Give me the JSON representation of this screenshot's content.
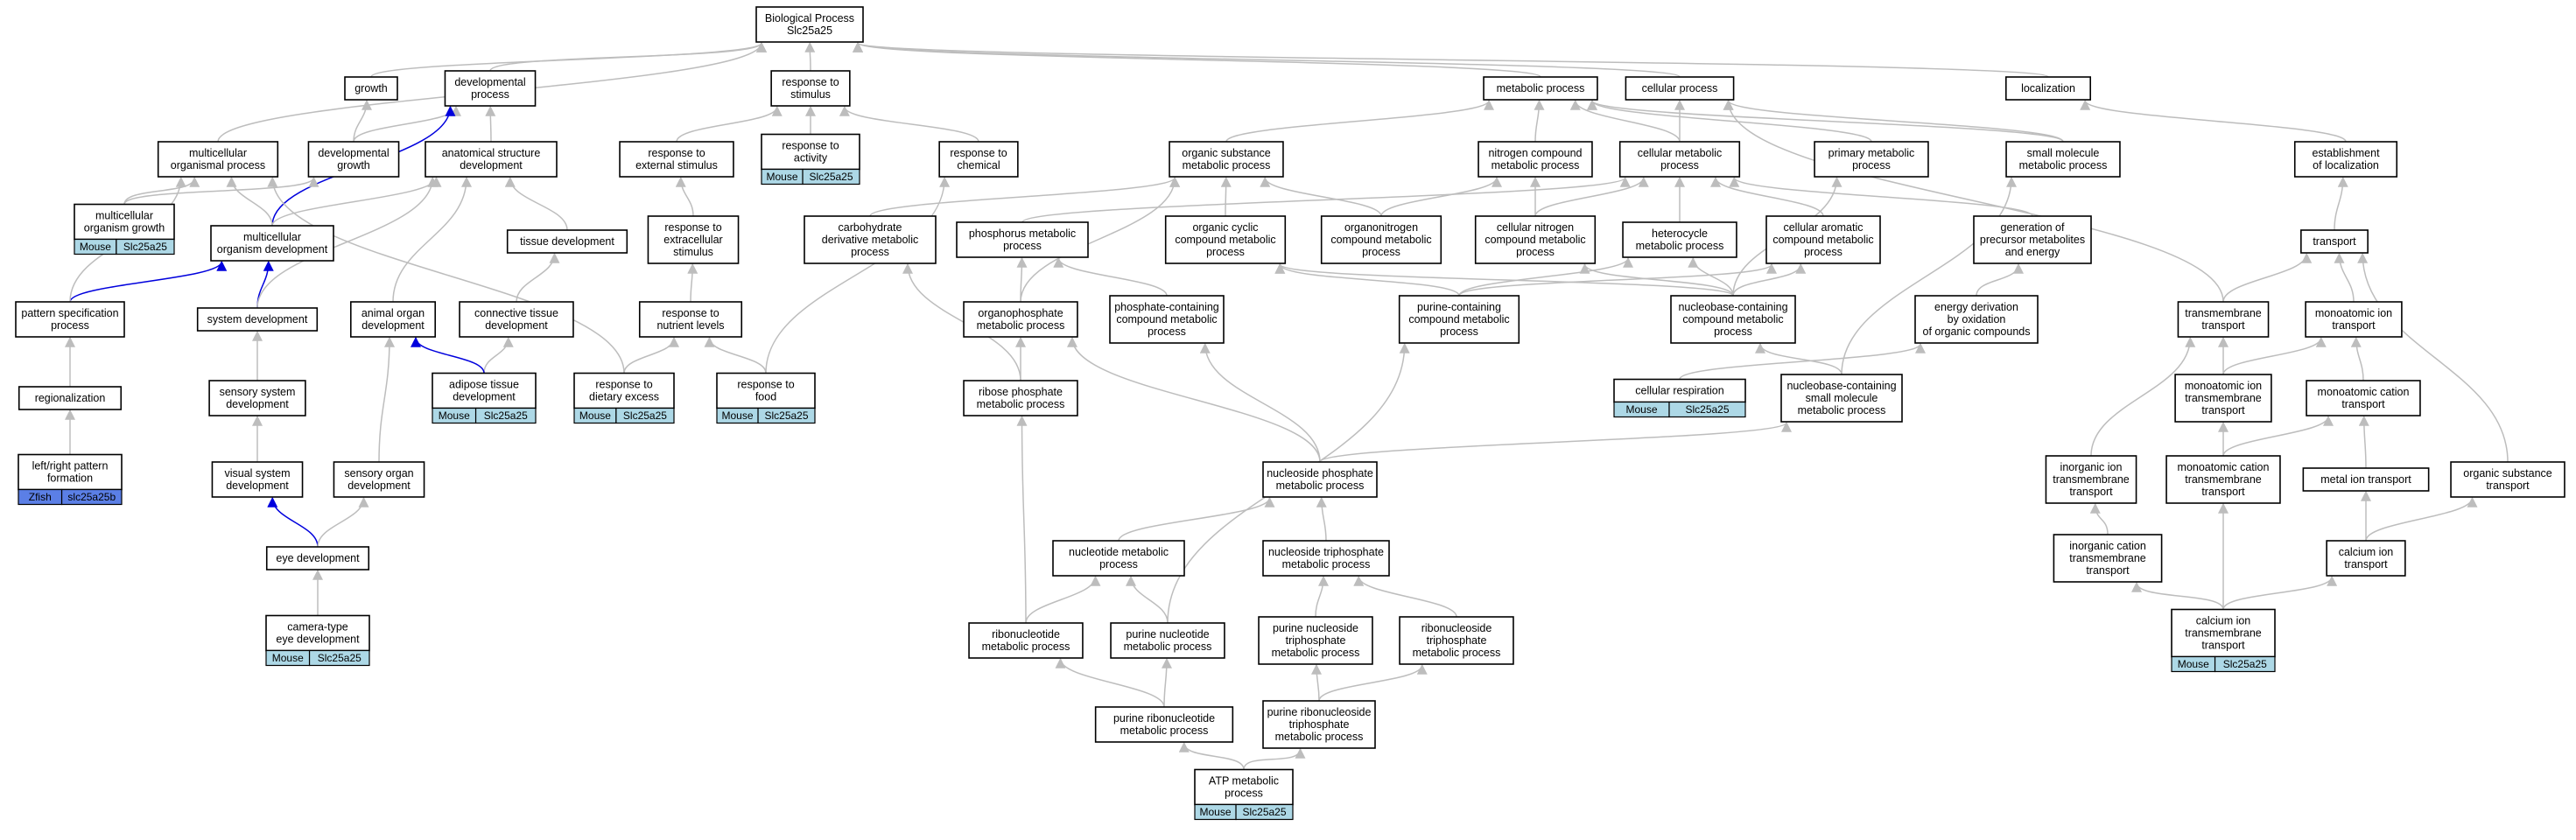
{
  "colors": {
    "edge_default": "#bdbdbd",
    "edge_highlight": "#0000dd",
    "mouse_tag": "#add8e6",
    "zfish_tag": "#5b7fe6"
  },
  "nodes": [
    {
      "id": "bp",
      "lines": [
        "Biological Process",
        "Slc25a25"
      ]
    },
    {
      "id": "growth",
      "lines": [
        "growth"
      ]
    },
    {
      "id": "devproc",
      "lines": [
        "developmental",
        "process"
      ]
    },
    {
      "id": "resp_stim",
      "lines": [
        "response to",
        "stimulus"
      ]
    },
    {
      "id": "metab",
      "lines": [
        "metabolic process"
      ]
    },
    {
      "id": "cellproc",
      "lines": [
        "cellular process"
      ]
    },
    {
      "id": "local",
      "lines": [
        "localization"
      ]
    },
    {
      "id": "multi_org",
      "lines": [
        "multicellular",
        "organismal process"
      ]
    },
    {
      "id": "devgrowth",
      "lines": [
        "developmental",
        "growth"
      ]
    },
    {
      "id": "anat",
      "lines": [
        "anatomical structure",
        "development"
      ]
    },
    {
      "id": "resp_ext",
      "lines": [
        "response to",
        "external stimulus"
      ]
    },
    {
      "id": "resp_act",
      "lines": [
        "response to",
        "activity"
      ],
      "tag": {
        "species": "Mouse",
        "gene": "Slc25a25"
      }
    },
    {
      "id": "resp_chem",
      "lines": [
        "response to",
        "chemical"
      ]
    },
    {
      "id": "org_sub_met",
      "lines": [
        "organic substance",
        "metabolic process"
      ]
    },
    {
      "id": "nitro_met",
      "lines": [
        "nitrogen compound",
        "metabolic process"
      ]
    },
    {
      "id": "cell_met",
      "lines": [
        "cellular metabolic",
        "process"
      ]
    },
    {
      "id": "prim_met",
      "lines": [
        "primary metabolic",
        "process"
      ]
    },
    {
      "id": "small_mol",
      "lines": [
        "small molecule",
        "metabolic process"
      ]
    },
    {
      "id": "estab_loc",
      "lines": [
        "establishment",
        "of localization"
      ]
    },
    {
      "id": "multi_growth",
      "lines": [
        "multicellular",
        "organism growth"
      ],
      "tag": {
        "species": "Mouse",
        "gene": "Slc25a25"
      }
    },
    {
      "id": "multi_dev",
      "lines": [
        "multicellular",
        "organism development"
      ]
    },
    {
      "id": "tissue_dev",
      "lines": [
        "tissue development"
      ]
    },
    {
      "id": "resp_extra",
      "lines": [
        "response to",
        "extracellular",
        "stimulus"
      ]
    },
    {
      "id": "carb_deriv",
      "lines": [
        "carbohydrate",
        "derivative metabolic",
        "process"
      ]
    },
    {
      "id": "phos_met",
      "lines": [
        "phosphorus metabolic",
        "process"
      ]
    },
    {
      "id": "org_cyc",
      "lines": [
        "organic cyclic",
        "compound metabolic",
        "process"
      ]
    },
    {
      "id": "organonitro",
      "lines": [
        "organonitrogen",
        "compound metabolic",
        "process"
      ]
    },
    {
      "id": "cell_nitro",
      "lines": [
        "cellular nitrogen",
        "compound metabolic",
        "process"
      ]
    },
    {
      "id": "heterocycle",
      "lines": [
        "heterocycle",
        "metabolic process"
      ]
    },
    {
      "id": "cell_arom",
      "lines": [
        "cellular aromatic",
        "compound metabolic",
        "process"
      ]
    },
    {
      "id": "gen_precursor",
      "lines": [
        "generation of",
        "precursor metabolites",
        "and energy"
      ]
    },
    {
      "id": "transport",
      "lines": [
        "transport"
      ]
    },
    {
      "id": "pattern_spec",
      "lines": [
        "pattern specification",
        "process"
      ]
    },
    {
      "id": "system_dev",
      "lines": [
        "system development"
      ]
    },
    {
      "id": "animal_organ",
      "lines": [
        "animal organ",
        "development"
      ]
    },
    {
      "id": "connective",
      "lines": [
        "connective tissue",
        "development"
      ]
    },
    {
      "id": "resp_nutr",
      "lines": [
        "response to",
        "nutrient levels"
      ]
    },
    {
      "id": "organophos",
      "lines": [
        "organophosphate",
        "metabolic process"
      ]
    },
    {
      "id": "phos_cont",
      "lines": [
        "phosphate-containing",
        "compound metabolic",
        "process"
      ]
    },
    {
      "id": "purine_cont",
      "lines": [
        "purine-containing",
        "compound metabolic",
        "process"
      ]
    },
    {
      "id": "nucleobase_cont",
      "lines": [
        "nucleobase-containing",
        "compound metabolic",
        "process"
      ]
    },
    {
      "id": "energy_deriv",
      "lines": [
        "energy derivation",
        "by oxidation",
        "of organic compounds"
      ]
    },
    {
      "id": "transmembrane",
      "lines": [
        "transmembrane",
        "transport"
      ]
    },
    {
      "id": "monoatomic_ion",
      "lines": [
        "monoatomic ion",
        "transport"
      ]
    },
    {
      "id": "regional",
      "lines": [
        "regionalization"
      ]
    },
    {
      "id": "sensory_sys",
      "lines": [
        "sensory system",
        "development"
      ]
    },
    {
      "id": "adipose",
      "lines": [
        "adipose tissue",
        "development"
      ],
      "tag": {
        "species": "Mouse",
        "gene": "Slc25a25"
      }
    },
    {
      "id": "resp_diet",
      "lines": [
        "response to",
        "dietary excess"
      ],
      "tag": {
        "species": "Mouse",
        "gene": "Slc25a25"
      }
    },
    {
      "id": "resp_food",
      "lines": [
        "response to",
        "food"
      ],
      "tag": {
        "species": "Mouse",
        "gene": "Slc25a25"
      }
    },
    {
      "id": "ribose_phos",
      "lines": [
        "ribose phosphate",
        "metabolic process"
      ]
    },
    {
      "id": "cell_resp",
      "lines": [
        "cellular respiration"
      ],
      "tag": {
        "species": "Mouse",
        "gene": "Slc25a25"
      }
    },
    {
      "id": "nucleobase_small",
      "lines": [
        "nucleobase-containing",
        "small molecule",
        "metabolic process"
      ]
    },
    {
      "id": "mono_ion_tm",
      "lines": [
        "monoatomic ion",
        "transmembrane",
        "transport"
      ]
    },
    {
      "id": "mono_cation",
      "lines": [
        "monoatomic cation",
        "transport"
      ]
    },
    {
      "id": "left_right",
      "lines": [
        "left/right pattern",
        "formation"
      ],
      "tag": {
        "species": "Zfish",
        "gene": "slc25a25b"
      }
    },
    {
      "id": "visual_sys",
      "lines": [
        "visual system",
        "development"
      ]
    },
    {
      "id": "sensory_organ",
      "lines": [
        "sensory organ",
        "development"
      ]
    },
    {
      "id": "nucl_phos",
      "lines": [
        "nucleoside phosphate",
        "metabolic process"
      ]
    },
    {
      "id": "inorg_ion",
      "lines": [
        "inorganic ion",
        "transmembrane",
        "transport"
      ]
    },
    {
      "id": "mono_cat_tm",
      "lines": [
        "monoatomic cation",
        "transmembrane",
        "transport"
      ]
    },
    {
      "id": "metal_ion",
      "lines": [
        "metal ion transport"
      ]
    },
    {
      "id": "org_sub_trans",
      "lines": [
        "organic substance",
        "transport"
      ]
    },
    {
      "id": "eye_dev",
      "lines": [
        "eye development"
      ]
    },
    {
      "id": "nucleotide_met",
      "lines": [
        "nucleotide metabolic",
        "process"
      ]
    },
    {
      "id": "nucl_triphos",
      "lines": [
        "nucleoside triphosphate",
        "metabolic process"
      ]
    },
    {
      "id": "inorg_cation",
      "lines": [
        "inorganic cation",
        "transmembrane",
        "transport"
      ]
    },
    {
      "id": "calcium_ion",
      "lines": [
        "calcium ion",
        "transport"
      ]
    },
    {
      "id": "camera_eye",
      "lines": [
        "camera-type",
        "eye development"
      ],
      "tag": {
        "species": "Mouse",
        "gene": "Slc25a25"
      }
    },
    {
      "id": "ribonucleotide",
      "lines": [
        "ribonucleotide",
        "metabolic process"
      ]
    },
    {
      "id": "purine_nucleotide",
      "lines": [
        "purine nucleotide",
        "metabolic process"
      ]
    },
    {
      "id": "purine_nucl_triphos",
      "lines": [
        "purine nucleoside",
        "triphosphate",
        "metabolic process"
      ]
    },
    {
      "id": "ribonucl_triphos",
      "lines": [
        "ribonucleoside",
        "triphosphate",
        "metabolic process"
      ]
    },
    {
      "id": "calcium_tm",
      "lines": [
        "calcium ion",
        "transmembrane",
        "transport"
      ],
      "tag": {
        "species": "Mouse",
        "gene": "Slc25a25"
      }
    },
    {
      "id": "purine_ribonucleotide",
      "lines": [
        "purine ribonucleotide",
        "metabolic process"
      ]
    },
    {
      "id": "purine_ribonucl_triphos",
      "lines": [
        "purine ribonucleoside",
        "triphosphate",
        "metabolic process"
      ]
    },
    {
      "id": "atp",
      "lines": [
        "ATP metabolic",
        "process"
      ],
      "tag": {
        "species": "Mouse",
        "gene": "Slc25a25"
      }
    }
  ],
  "edges": [
    [
      "growth",
      "bp"
    ],
    [
      "devproc",
      "bp"
    ],
    [
      "resp_stim",
      "bp"
    ],
    [
      "metab",
      "bp"
    ],
    [
      "cellproc",
      "bp"
    ],
    [
      "local",
      "bp"
    ],
    [
      "multi_org",
      "bp"
    ],
    [
      "devgrowth",
      "growth"
    ],
    [
      "devgrowth",
      "devproc"
    ],
    [
      "anat",
      "devproc"
    ],
    [
      "multi_dev",
      "devproc",
      1
    ],
    [
      "multi_growth",
      "multi_org"
    ],
    [
      "multi_growth",
      "devgrowth"
    ],
    [
      "multi_dev",
      "multi_org"
    ],
    [
      "multi_dev",
      "anat"
    ],
    [
      "pattern_spec",
      "multi_dev",
      1
    ],
    [
      "pattern_spec",
      "multi_org"
    ],
    [
      "resp_ext",
      "resp_stim"
    ],
    [
      "resp_act",
      "resp_stim"
    ],
    [
      "resp_chem",
      "resp_stim"
    ],
    [
      "org_sub_met",
      "metab"
    ],
    [
      "nitro_met",
      "metab"
    ],
    [
      "cell_met",
      "metab"
    ],
    [
      "cell_met",
      "cellproc"
    ],
    [
      "prim_met",
      "metab"
    ],
    [
      "small_mol",
      "metab"
    ],
    [
      "small_mol",
      "cellproc"
    ],
    [
      "transmembrane",
      "cellproc"
    ],
    [
      "estab_loc",
      "local"
    ],
    [
      "transport",
      "estab_loc"
    ],
    [
      "tissue_dev",
      "anat"
    ],
    [
      "system_dev",
      "multi_dev",
      1
    ],
    [
      "system_dev",
      "anat"
    ],
    [
      "animal_organ",
      "anat"
    ],
    [
      "connective",
      "tissue_dev"
    ],
    [
      "adipose",
      "connective"
    ],
    [
      "adipose",
      "animal_organ",
      1
    ],
    [
      "resp_extra",
      "resp_ext"
    ],
    [
      "resp_nutr",
      "resp_extra"
    ],
    [
      "resp_diet",
      "resp_nutr"
    ],
    [
      "resp_diet",
      "multi_org"
    ],
    [
      "resp_food",
      "resp_nutr"
    ],
    [
      "resp_food",
      "resp_chem"
    ],
    [
      "carb_deriv",
      "org_sub_met"
    ],
    [
      "phos_met",
      "cell_met"
    ],
    [
      "org_cyc",
      "org_sub_met"
    ],
    [
      "organonitro",
      "org_sub_met"
    ],
    [
      "organonitro",
      "nitro_met"
    ],
    [
      "cell_nitro",
      "nitro_met"
    ],
    [
      "cell_nitro",
      "cell_met"
    ],
    [
      "heterocycle",
      "cell_met"
    ],
    [
      "cell_arom",
      "cell_met"
    ],
    [
      "gen_precursor",
      "cell_met"
    ],
    [
      "nucleobase_cont",
      "prim_met"
    ],
    [
      "nucleobase_small",
      "small_mol"
    ],
    [
      "organophos",
      "phos_met"
    ],
    [
      "organophos",
      "org_sub_met"
    ],
    [
      "phos_cont",
      "phos_met"
    ],
    [
      "purine_cont",
      "heterocycle"
    ],
    [
      "purine_cont",
      "org_cyc"
    ],
    [
      "purine_cont",
      "cell_arom"
    ],
    [
      "nucleobase_cont",
      "cell_nitro"
    ],
    [
      "nucleobase_cont",
      "heterocycle"
    ],
    [
      "nucleobase_cont",
      "org_cyc"
    ],
    [
      "nucleobase_cont",
      "cell_arom"
    ],
    [
      "energy_deriv",
      "gen_precursor"
    ],
    [
      "cell_resp",
      "energy_deriv"
    ],
    [
      "nucleobase_small",
      "nucleobase_cont"
    ],
    [
      "regional",
      "pattern_spec"
    ],
    [
      "left_right",
      "regional"
    ],
    [
      "sensory_sys",
      "system_dev"
    ],
    [
      "visual_sys",
      "sensory_sys"
    ],
    [
      "sensory_organ",
      "animal_organ"
    ],
    [
      "eye_dev",
      "visual_sys",
      1
    ],
    [
      "eye_dev",
      "sensory_organ"
    ],
    [
      "camera_eye",
      "eye_dev"
    ],
    [
      "ribose_phos",
      "carb_deriv"
    ],
    [
      "ribose_phos",
      "organophos"
    ],
    [
      "nucl_phos",
      "organophos"
    ],
    [
      "nucl_phos",
      "phos_cont"
    ],
    [
      "nucl_phos",
      "nucleobase_small"
    ],
    [
      "nucleotide_met",
      "nucl_phos"
    ],
    [
      "nucl_triphos",
      "nucl_phos"
    ],
    [
      "ribonucleotide",
      "nucleotide_met"
    ],
    [
      "ribonucleotide",
      "ribose_phos"
    ],
    [
      "purine_nucleotide",
      "nucleotide_met"
    ],
    [
      "purine_nucleotide",
      "purine_cont"
    ],
    [
      "purine_nucl_triphos",
      "nucl_triphos"
    ],
    [
      "ribonucl_triphos",
      "nucl_triphos"
    ],
    [
      "purine_ribonucleotide",
      "ribonucleotide"
    ],
    [
      "purine_ribonucleotide",
      "purine_nucleotide"
    ],
    [
      "purine_ribonucl_triphos",
      "purine_nucl_triphos"
    ],
    [
      "purine_ribonucl_triphos",
      "ribonucl_triphos"
    ],
    [
      "atp",
      "purine_ribonucleotide"
    ],
    [
      "atp",
      "purine_ribonucl_triphos"
    ],
    [
      "transmembrane",
      "transport"
    ],
    [
      "monoatomic_ion",
      "transport"
    ],
    [
      "mono_ion_tm",
      "transmembrane"
    ],
    [
      "mono_ion_tm",
      "monoatomic_ion"
    ],
    [
      "mono_cation",
      "monoatomic_ion"
    ],
    [
      "inorg_ion",
      "transmembrane"
    ],
    [
      "mono_cat_tm",
      "mono_ion_tm"
    ],
    [
      "mono_cat_tm",
      "mono_cation"
    ],
    [
      "metal_ion",
      "mono_cation"
    ],
    [
      "org_sub_trans",
      "transport"
    ],
    [
      "inorg_cation",
      "inorg_ion"
    ],
    [
      "calcium_ion",
      "metal_ion"
    ],
    [
      "calcium_tm",
      "inorg_cation"
    ],
    [
      "calcium_tm",
      "mono_cat_tm"
    ],
    [
      "calcium_tm",
      "calcium_ion"
    ],
    [
      "calcium_ion",
      "org_sub_trans"
    ]
  ]
}
